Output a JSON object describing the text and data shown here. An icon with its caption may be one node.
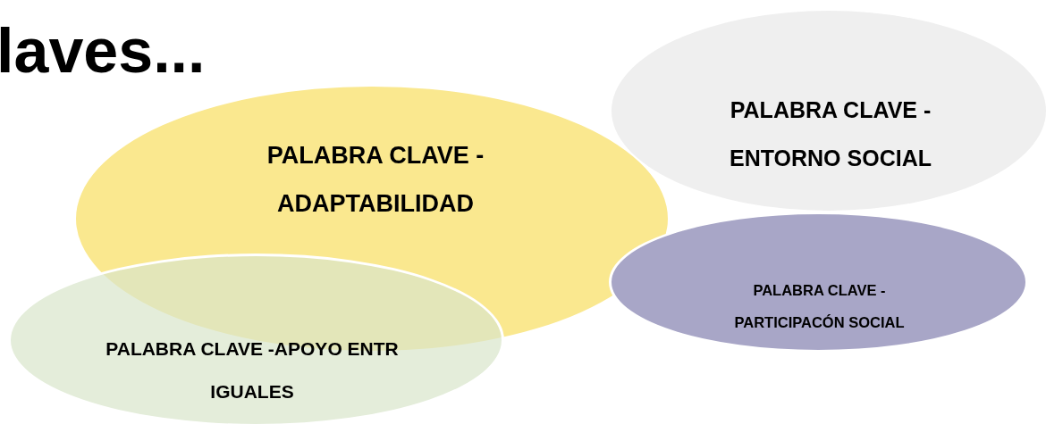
{
  "diagram": {
    "title": "laves...",
    "nodes": [
      {
        "text": [
          "PALABRA CLAVE - ADAPTABILIDAD"
        ]
      },
      {
        "text": [
          "PALABRA CLAVE - ENTORNO SOCIAL"
        ]
      },
      {
        "text": [
          "PALABRA CLAVE - PARTICIPACÓN SOCIAL"
        ]
      },
      {
        "text": [
          "PALABRA CLAVE -APOYO ENTR IGUALES"
        ]
      }
    ]
  }
}
